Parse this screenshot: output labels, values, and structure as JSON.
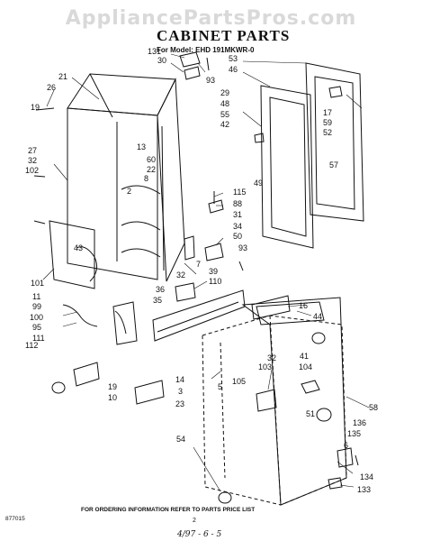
{
  "watermark": "AppliancePartsPros.com",
  "header": {
    "title": "CABINET PARTS",
    "model_line": "For Model: EHD 191MKWR-0"
  },
  "footer": {
    "ordering_note": "FOR ORDERING INFORMATION REFER TO PARTS PRICE LIST",
    "doc_number": "877015",
    "page_number": "2",
    "handwritten": "4/97 - 6 - 5"
  },
  "callouts": [
    {
      "id": "c131",
      "label": "131"
    },
    {
      "id": "c30",
      "label": "30"
    },
    {
      "id": "c21",
      "label": "21"
    },
    {
      "id": "c26",
      "label": "26"
    },
    {
      "id": "c19a",
      "label": "19"
    },
    {
      "id": "c93a",
      "label": "93"
    },
    {
      "id": "c29",
      "label": "29"
    },
    {
      "id": "c48",
      "label": "48"
    },
    {
      "id": "c55",
      "label": "55"
    },
    {
      "id": "c42",
      "label": "42"
    },
    {
      "id": "c53",
      "label": "53"
    },
    {
      "id": "c46",
      "label": "46"
    },
    {
      "id": "c17",
      "label": "17"
    },
    {
      "id": "c59",
      "label": "59"
    },
    {
      "id": "c52",
      "label": "52"
    },
    {
      "id": "c57",
      "label": "57"
    },
    {
      "id": "c49",
      "label": "49"
    },
    {
      "id": "c13",
      "label": "13"
    },
    {
      "id": "c60",
      "label": "60"
    },
    {
      "id": "c22",
      "label": "22"
    },
    {
      "id": "c8",
      "label": "8"
    },
    {
      "id": "c2",
      "label": "2"
    },
    {
      "id": "c27",
      "label": "27"
    },
    {
      "id": "c32a",
      "label": "32"
    },
    {
      "id": "c102",
      "label": "102"
    },
    {
      "id": "c115",
      "label": "115"
    },
    {
      "id": "c88",
      "label": "88"
    },
    {
      "id": "c31",
      "label": "31"
    },
    {
      "id": "c34",
      "label": "34"
    },
    {
      "id": "c50",
      "label": "50"
    },
    {
      "id": "c93b",
      "label": "93"
    },
    {
      "id": "c43",
      "label": "43"
    },
    {
      "id": "c101",
      "label": "101"
    },
    {
      "id": "c11",
      "label": "11"
    },
    {
      "id": "c99",
      "label": "99"
    },
    {
      "id": "c100",
      "label": "100"
    },
    {
      "id": "c95",
      "label": "95"
    },
    {
      "id": "c111",
      "label": "111"
    },
    {
      "id": "c112",
      "label": "112"
    },
    {
      "id": "c7",
      "label": "7"
    },
    {
      "id": "c32b",
      "label": "32"
    },
    {
      "id": "c39",
      "label": "39"
    },
    {
      "id": "c110",
      "label": "110"
    },
    {
      "id": "c36",
      "label": "36"
    },
    {
      "id": "c35",
      "label": "35"
    },
    {
      "id": "c16",
      "label": "16"
    },
    {
      "id": "c44",
      "label": "44"
    },
    {
      "id": "c41",
      "label": "41"
    },
    {
      "id": "c104",
      "label": "104"
    },
    {
      "id": "c32c",
      "label": "32"
    },
    {
      "id": "c103",
      "label": "103"
    },
    {
      "id": "c105",
      "label": "105"
    },
    {
      "id": "c14",
      "label": "14"
    },
    {
      "id": "c3",
      "label": "3"
    },
    {
      "id": "c23",
      "label": "23"
    },
    {
      "id": "c5",
      "label": "5"
    },
    {
      "id": "c19b",
      "label": "19"
    },
    {
      "id": "c10",
      "label": "10"
    },
    {
      "id": "c54",
      "label": "54"
    },
    {
      "id": "c58",
      "label": "58"
    },
    {
      "id": "c136",
      "label": "136"
    },
    {
      "id": "c135",
      "label": "135"
    },
    {
      "id": "c6",
      "label": "6"
    },
    {
      "id": "c51",
      "label": "51"
    },
    {
      "id": "c134",
      "label": "134"
    },
    {
      "id": "c133",
      "label": "133"
    }
  ]
}
